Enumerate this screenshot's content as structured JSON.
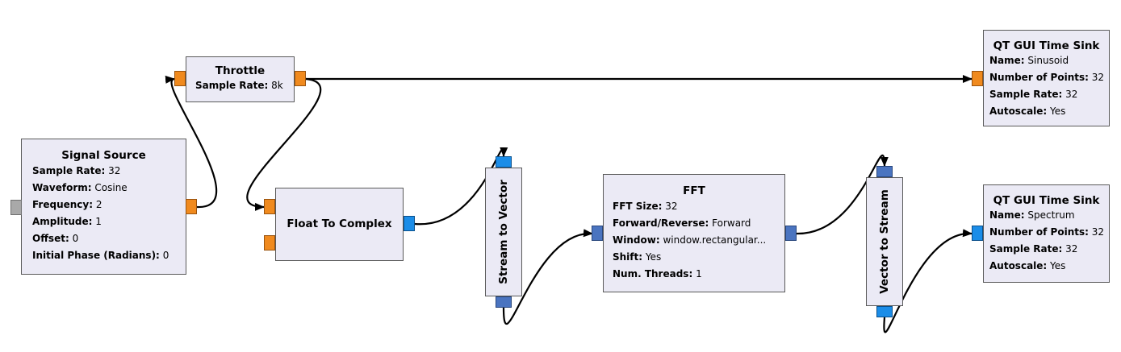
{
  "blocks": {
    "signal_source": {
      "title": "Signal Source",
      "params": [
        {
          "k": "Sample Rate:",
          "v": "32"
        },
        {
          "k": "Waveform:",
          "v": "Cosine"
        },
        {
          "k": "Frequency:",
          "v": "2"
        },
        {
          "k": "Amplitude:",
          "v": "1"
        },
        {
          "k": "Offset:",
          "v": "0"
        },
        {
          "k": "Initial Phase (Radians):",
          "v": "0"
        }
      ]
    },
    "throttle": {
      "title": "Throttle",
      "params": [
        {
          "k": "Sample Rate:",
          "v": "8k"
        }
      ]
    },
    "float_to_complex": {
      "title": "Float To Complex"
    },
    "stream_to_vector": {
      "title": "Stream to Vector"
    },
    "fft": {
      "title": "FFT",
      "params": [
        {
          "k": "FFT Size:",
          "v": "32"
        },
        {
          "k": "Forward/Reverse:",
          "v": "Forward"
        },
        {
          "k": "Window:",
          "v": "window.rectangular..."
        },
        {
          "k": "Shift:",
          "v": "Yes"
        },
        {
          "k": "Num. Threads:",
          "v": "1"
        }
      ]
    },
    "vector_to_stream": {
      "title": "Vector to Stream"
    },
    "time_sink_1": {
      "title": "QT GUI Time Sink",
      "params": [
        {
          "k": "Name:",
          "v": "Sinusoid"
        },
        {
          "k": "Number of Points:",
          "v": "32"
        },
        {
          "k": "Sample Rate:",
          "v": "32"
        },
        {
          "k": "Autoscale:",
          "v": "Yes"
        }
      ]
    },
    "time_sink_2": {
      "title": "QT GUI Time Sink",
      "params": [
        {
          "k": "Name:",
          "v": "Spectrum"
        },
        {
          "k": "Number of Points:",
          "v": "32"
        },
        {
          "k": "Sample Rate:",
          "v": "32"
        },
        {
          "k": "Autoscale:",
          "v": "Yes"
        }
      ]
    }
  },
  "colors": {
    "block_bg": "#ebeaf5",
    "float_port": "#f08a1e",
    "complex_port": "#1b8de8",
    "vector_port": "#4a74c0",
    "message_port": "#a9a9a9"
  }
}
